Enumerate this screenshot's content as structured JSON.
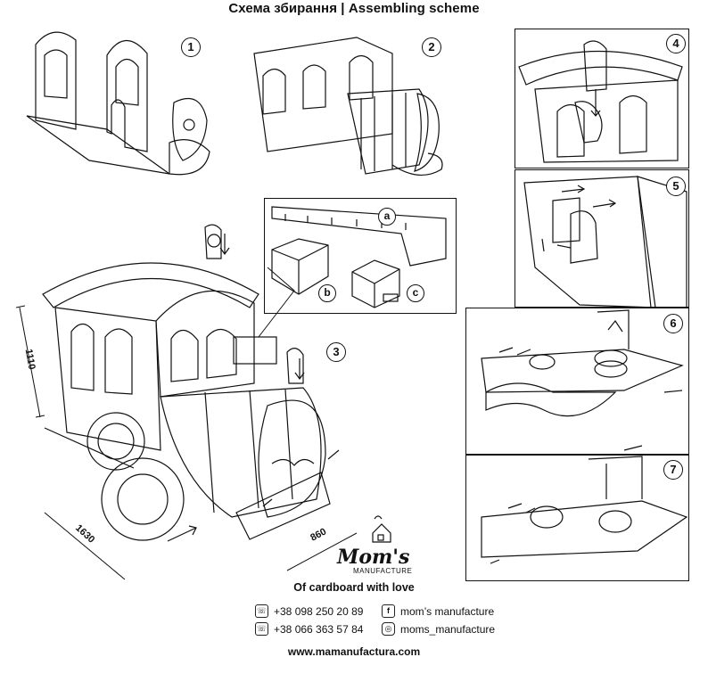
{
  "title": "Схема збирання | Assembling scheme",
  "steps": [
    "1",
    "2",
    "3",
    "4",
    "5",
    "6",
    "7"
  ],
  "sub_labels": [
    "a",
    "b",
    "c"
  ],
  "dimensions": {
    "height": "1110",
    "length": "1630",
    "width": "860"
  },
  "brand": {
    "name": "Mom's",
    "sub": "MANUFACTURE"
  },
  "tagline": "Of cardboard with love",
  "contacts": {
    "phone1": "+38 098 250 20 89",
    "phone2": "+38 066 363 57 84",
    "facebook": "mom’s manufacture",
    "instagram": "moms_manufacture"
  },
  "icons": [
    "phone-icon",
    "facebook-icon",
    "instagram-icon"
  ],
  "website": "www.mamanufactura.com"
}
